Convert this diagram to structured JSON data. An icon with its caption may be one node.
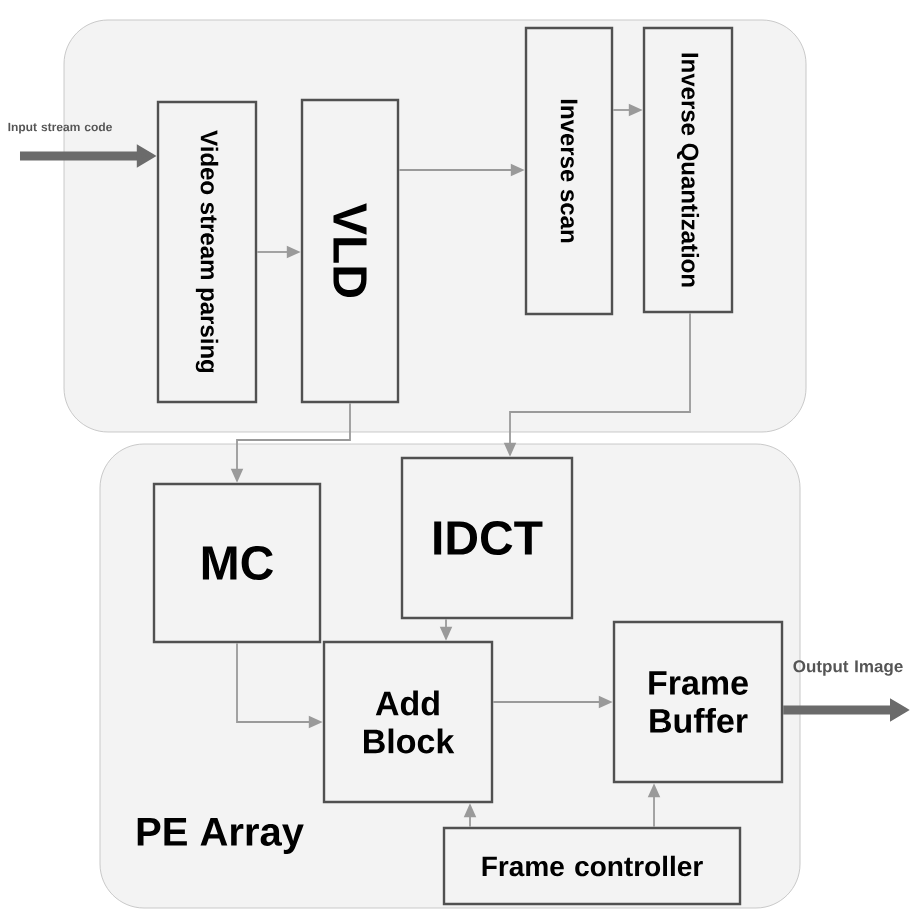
{
  "diagram": {
    "nodes": [
      {
        "text": [],
        "shape": "box"
      },
      {
        "text": [
          "Video stream parsing"
        ],
        "in": 0
      },
      {
        "text": [
          "VLD"
        ],
        "in": 0
      },
      {
        "text": [
          "Inverse scan"
        ],
        "in": 0
      },
      {
        "text": [
          "Inverse Quantization"
        ],
        "in": 0
      },
      {
        "text": [
          "PE Array"
        ]
      },
      {
        "text": [
          "MC"
        ],
        "in": 5
      },
      {
        "text": [
          "IDCT"
        ],
        "in": 5
      },
      {
        "text": [
          "Add Block"
        ],
        "in": 5
      },
      {
        "text": [
          "Frame Buffer"
        ],
        "in": 5
      },
      {
        "text": [
          "Frame controller"
        ],
        "in": 5
      }
    ],
    "edges": [
      {
        "from": null,
        "to": 1,
        "arrow": "to",
        "label": "Input stream code",
        "style": "thick",
        "color": "#6b6b6b"
      },
      {
        "from": 1,
        "to": 2,
        "arrow": "to"
      },
      {
        "from": 2,
        "to": 3,
        "arrow": "to"
      },
      {
        "from": 3,
        "to": 4,
        "arrow": "to"
      },
      {
        "from": 2,
        "to": 6,
        "arrow": "to"
      },
      {
        "from": 4,
        "to": 7,
        "arrow": "to"
      },
      {
        "from": 6,
        "to": 8,
        "arrow": "to"
      },
      {
        "from": 7,
        "to": 8,
        "arrow": "to"
      },
      {
        "from": 8,
        "to": 9,
        "arrow": "to"
      },
      {
        "from": 10,
        "to": 8,
        "arrow": "to"
      },
      {
        "from": 10,
        "to": 9,
        "arrow": "to"
      },
      {
        "from": 9,
        "to": null,
        "arrow": "to",
        "label": "Output Image",
        "style": "thick",
        "color": "#6b6b6b"
      }
    ]
  }
}
